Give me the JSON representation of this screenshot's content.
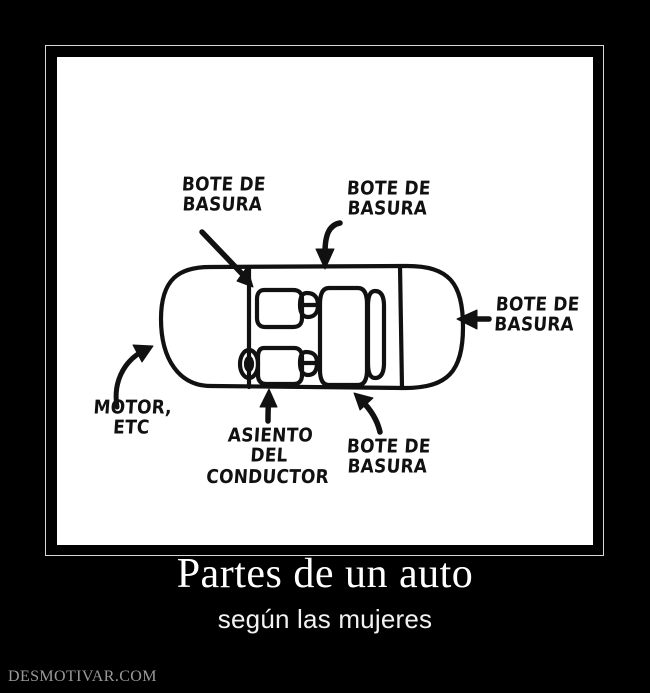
{
  "poster": {
    "background_color": "#000000",
    "frame_color": "#d8d8d8",
    "canvas_color": "#ffffff",
    "ink_color": "#111111"
  },
  "caption": {
    "title": "Partes de un auto",
    "subtitle": "según las mujeres"
  },
  "watermark": {
    "text": "DESMOTIVAR.COM",
    "color": "#9a9a9a"
  },
  "drawing": {
    "description": "hand-drawn top-down view of a car with labelled parts",
    "labels": [
      {
        "id": "bote-1",
        "text": "BOTE DE\nBASURA",
        "points_to": "front-passenger-seat"
      },
      {
        "id": "bote-2",
        "text": "BOTE DE\nBASURA",
        "points_to": "rear-seat"
      },
      {
        "id": "bote-3",
        "text": "BOTE DE\nBASURA",
        "points_to": "trunk"
      },
      {
        "id": "motor",
        "text": "MOTOR,\nETC",
        "points_to": "hood"
      },
      {
        "id": "asiento",
        "text": "ASIENTO\nDEL\nCONDUCTOR",
        "points_to": "driver-seat"
      },
      {
        "id": "bote-4",
        "text": "BOTE DE\nBASURA",
        "points_to": "rear-floor"
      }
    ],
    "car_parts": [
      "hood",
      "cabin",
      "driver-seat",
      "front-passenger-seat",
      "steering-wheel",
      "rear-bench-seat",
      "trunk"
    ]
  }
}
